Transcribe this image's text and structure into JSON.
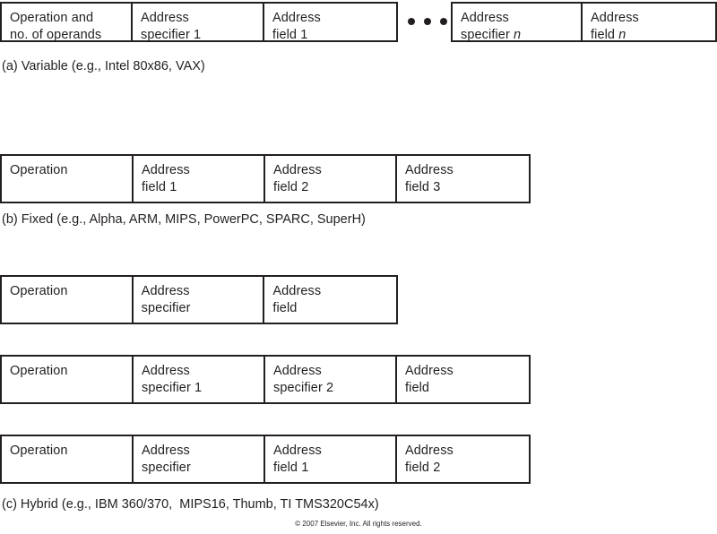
{
  "figure": {
    "title_caption_a": "(a) Variable (e.g., Intel 80x86, VAX)",
    "title_caption_b": "(b) Fixed (e.g., Alpha, ARM, MIPS, PowerPC, SPARC, SuperH)",
    "title_caption_c": "(c) Hybrid (e.g., IBM 360/370,  MIPS16, Thumb, TI TMS320C54x)",
    "copyright": "© 2007 Elsevier, Inc. All rights reserved.",
    "ellipsis_symbol": "• • •"
  },
  "variable_format": {
    "left_cells": [
      "Operation and\nno. of operands",
      "Address\nspecifier 1",
      "Address\nfield 1"
    ],
    "right_cells": [
      {
        "line1": "Address",
        "line2_prefix": "specifier ",
        "line2_italic": "n"
      },
      {
        "line1": "Address",
        "line2_prefix": "field ",
        "line2_italic": "n"
      }
    ]
  },
  "fixed_format": {
    "cells": [
      "Operation",
      "Address\nfield 1",
      "Address\nfield 2",
      "Address\nfield 3"
    ]
  },
  "hybrid_format": {
    "row1": [
      "Operation",
      "Address\nspecifier",
      "Address\nfield"
    ],
    "row2": [
      "Operation",
      "Address\nspecifier 1",
      "Address\nspecifier 2",
      "Address\nfield"
    ],
    "row3": [
      "Operation",
      "Address\nspecifier",
      "Address\nfield 1",
      "Address\nfield 2"
    ]
  }
}
